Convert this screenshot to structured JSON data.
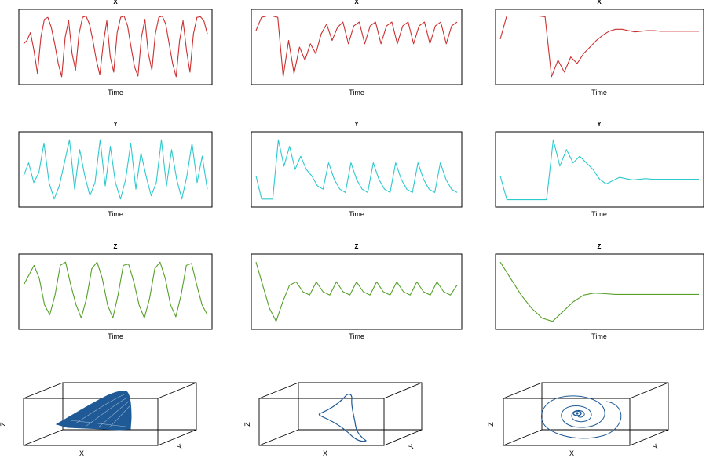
{
  "figure": {
    "time_label": "Time",
    "axis3d": {
      "x": "X",
      "y": "Y",
      "z": "Z"
    }
  },
  "colors": {
    "X": "#cc2f2f",
    "Y": "#2ec9cf",
    "Z": "#56a02a",
    "phase": "#1f5a96"
  },
  "chart_data": [
    {
      "type": "line",
      "title": "X",
      "xlabel": "Time",
      "ylabel": "",
      "panel": "col1-X",
      "series": [
        {
          "values": [
            0.55,
            0.6,
            0.72,
            0.45,
            0.1,
            0.65,
            0.92,
            0.95,
            0.8,
            0.55,
            0.25,
            0.05,
            0.65,
            0.9,
            0.4,
            0.15,
            0.7,
            0.95,
            0.97,
            0.85,
            0.6,
            0.3,
            0.08,
            0.55,
            0.9,
            0.35,
            0.12,
            0.72,
            0.95,
            0.97,
            0.82,
            0.5,
            0.2,
            0.06,
            0.65,
            0.92,
            0.4,
            0.15,
            0.7,
            0.95,
            0.97,
            0.85,
            0.55,
            0.25,
            0.05,
            0.6,
            0.9,
            0.45,
            0.12,
            0.7,
            0.95,
            0.96,
            0.9,
            0.7
          ]
        }
      ]
    },
    {
      "type": "line",
      "title": "X",
      "xlabel": "Time",
      "ylabel": "",
      "panel": "col2-X",
      "series": [
        {
          "values": [
            0.75,
            0.95,
            0.97,
            0.97,
            0.95,
            0.05,
            0.6,
            0.1,
            0.5,
            0.3,
            0.55,
            0.4,
            0.7,
            0.85,
            0.6,
            0.8,
            0.88,
            0.55,
            0.82,
            0.88,
            0.55,
            0.82,
            0.88,
            0.55,
            0.82,
            0.88,
            0.55,
            0.82,
            0.88,
            0.55,
            0.82,
            0.88,
            0.55,
            0.82,
            0.88,
            0.55,
            0.82,
            0.88
          ]
        }
      ]
    },
    {
      "type": "line",
      "title": "X",
      "xlabel": "Time",
      "ylabel": "",
      "panel": "col3-X",
      "series": [
        {
          "values": [
            0.62,
            0.97,
            0.97,
            0.97,
            0.97,
            0.97,
            0.97,
            0.96,
            0.05,
            0.3,
            0.12,
            0.35,
            0.25,
            0.4,
            0.5,
            0.6,
            0.68,
            0.74,
            0.77,
            0.77,
            0.75,
            0.73,
            0.74,
            0.75,
            0.75,
            0.74,
            0.74,
            0.74,
            0.74,
            0.74,
            0.74,
            0.74
          ]
        }
      ]
    },
    {
      "type": "line",
      "title": "Y",
      "xlabel": "Time",
      "ylabel": "",
      "panel": "col1-Y",
      "series": [
        {
          "values": [
            0.4,
            0.6,
            0.3,
            0.45,
            0.9,
            0.3,
            0.05,
            0.25,
            0.6,
            0.95,
            0.2,
            0.8,
            0.4,
            0.1,
            0.3,
            0.95,
            0.25,
            0.85,
            0.3,
            0.05,
            0.35,
            0.9,
            0.2,
            0.75,
            0.4,
            0.1,
            0.3,
            0.95,
            0.25,
            0.8,
            0.35,
            0.05,
            0.4,
            0.9,
            0.3,
            0.7,
            0.2
          ]
        }
      ]
    },
    {
      "type": "line",
      "title": "Y",
      "xlabel": "Time",
      "ylabel": "",
      "panel": "col2-Y",
      "series": [
        {
          "values": [
            0.4,
            0.05,
            0.05,
            0.05,
            0.95,
            0.55,
            0.85,
            0.5,
            0.7,
            0.5,
            0.4,
            0.25,
            0.2,
            0.6,
            0.35,
            0.2,
            0.15,
            0.6,
            0.35,
            0.2,
            0.15,
            0.6,
            0.35,
            0.2,
            0.15,
            0.6,
            0.35,
            0.2,
            0.15,
            0.6,
            0.35,
            0.2,
            0.15,
            0.6,
            0.35,
            0.2,
            0.15
          ]
        }
      ]
    },
    {
      "type": "line",
      "title": "Y",
      "xlabel": "Time",
      "ylabel": "",
      "panel": "col3-Y",
      "series": [
        {
          "values": [
            0.4,
            0.04,
            0.04,
            0.04,
            0.04,
            0.04,
            0.04,
            0.04,
            0.95,
            0.55,
            0.8,
            0.6,
            0.7,
            0.6,
            0.5,
            0.35,
            0.28,
            0.33,
            0.38,
            0.36,
            0.34,
            0.35,
            0.36,
            0.35,
            0.35,
            0.35,
            0.35,
            0.35,
            0.35,
            0.35,
            0.35
          ]
        }
      ]
    },
    {
      "type": "line",
      "title": "Z",
      "xlabel": "Time",
      "ylabel": "",
      "panel": "col1-Z",
      "series": [
        {
          "values": [
            0.6,
            0.75,
            0.9,
            0.7,
            0.3,
            0.15,
            0.45,
            0.9,
            0.95,
            0.6,
            0.3,
            0.1,
            0.4,
            0.85,
            0.95,
            0.7,
            0.3,
            0.1,
            0.45,
            0.9,
            0.92,
            0.65,
            0.3,
            0.1,
            0.4,
            0.85,
            0.95,
            0.7,
            0.3,
            0.12,
            0.45,
            0.9,
            0.93,
            0.6,
            0.3,
            0.15
          ]
        }
      ]
    },
    {
      "type": "line",
      "title": "Z",
      "xlabel": "Time",
      "ylabel": "",
      "panel": "col2-Z",
      "series": [
        {
          "values": [
            0.95,
            0.6,
            0.25,
            0.05,
            0.35,
            0.6,
            0.65,
            0.5,
            0.45,
            0.65,
            0.5,
            0.45,
            0.65,
            0.5,
            0.45,
            0.65,
            0.5,
            0.45,
            0.65,
            0.5,
            0.45,
            0.65,
            0.5,
            0.45,
            0.65,
            0.5,
            0.45,
            0.65,
            0.5,
            0.45,
            0.6
          ]
        }
      ]
    },
    {
      "type": "line",
      "title": "Z",
      "xlabel": "Time",
      "ylabel": "",
      "panel": "col3-Z",
      "series": [
        {
          "values": [
            0.95,
            0.7,
            0.45,
            0.25,
            0.1,
            0.05,
            0.2,
            0.35,
            0.45,
            0.48,
            0.47,
            0.46,
            0.46,
            0.46,
            0.46,
            0.46,
            0.46,
            0.46,
            0.46,
            0.46
          ]
        }
      ]
    }
  ]
}
